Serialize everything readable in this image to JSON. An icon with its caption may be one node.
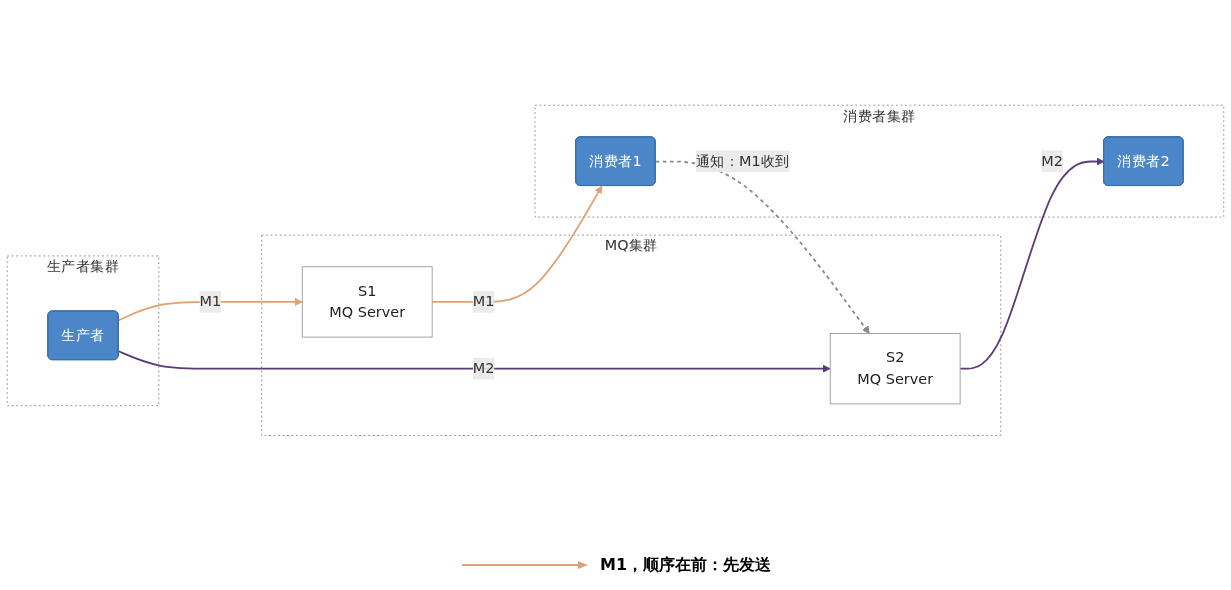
{
  "diagram": {
    "nodes": [
      {
        "text": [
          "生产者集群"
        ]
      },
      {
        "text": [
          "生产者"
        ],
        "in": 0
      },
      {
        "text": [
          "MQ集群"
        ]
      },
      {
        "text": [
          "S1",
          "MQ Server"
        ],
        "in": 2
      },
      {
        "text": [
          "S2",
          "MQ Server"
        ],
        "in": 2
      },
      {
        "text": [
          "消费者集群"
        ]
      },
      {
        "text": [
          "消费者1"
        ],
        "in": 5
      },
      {
        "text": [
          "消费者2"
        ],
        "in": 5
      }
    ],
    "edges": [
      {
        "from": 1,
        "to": 3,
        "arrow": "to",
        "label": "M1",
        "color": "#e0a070"
      },
      {
        "from": 1,
        "to": 4,
        "arrow": "to",
        "label": "M2",
        "color": "#5a3a7a"
      },
      {
        "from": 3,
        "to": 6,
        "arrow": "to",
        "label": "M1",
        "color": "#e0a070"
      },
      {
        "from": 6,
        "to": 4,
        "arrow": "to",
        "label": "通知：M1收到",
        "style": "dashed",
        "color": "#888888"
      },
      {
        "from": 4,
        "to": 7,
        "arrow": "to",
        "label": "M2",
        "color": "#5a3a7a"
      }
    ],
    "legend": [
      {
        "text": "M1，顺序在前：先发送"
      }
    ]
  }
}
